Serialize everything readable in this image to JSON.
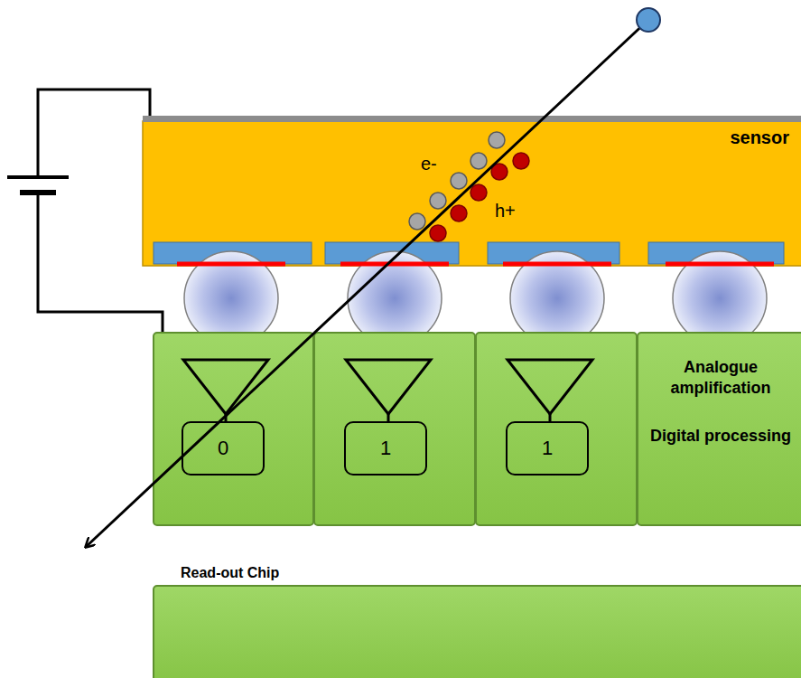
{
  "diagram": {
    "nodes": [
      {
        "text": [
          "sensor"
        ]
      },
      {
        "text": [
          "0"
        ]
      },
      {
        "text": [
          "1"
        ]
      },
      {
        "text": [
          "1"
        ]
      },
      {
        "text": [
          "Analogue amplification",
          "Digital processing"
        ]
      },
      {
        "text": [
          "Read-out Chip"
        ]
      }
    ],
    "labels": [
      "e-",
      "h+"
    ]
  }
}
